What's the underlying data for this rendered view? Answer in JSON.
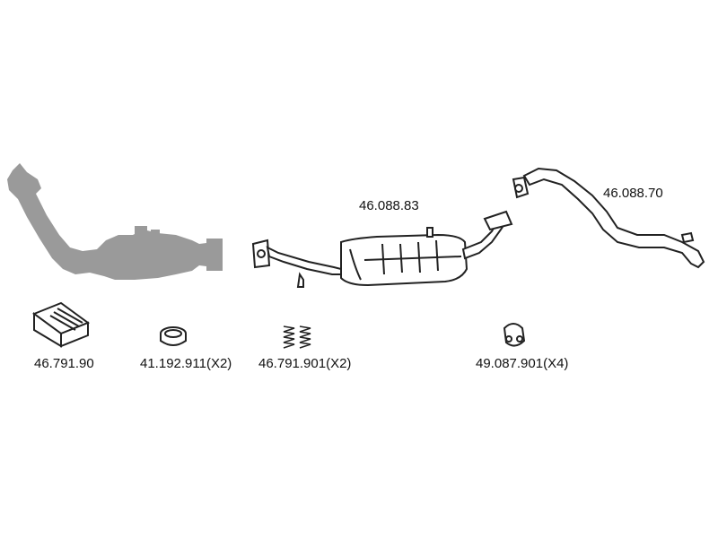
{
  "parts": {
    "downpipe": {
      "label": ""
    },
    "front_pipe": {
      "label": ""
    },
    "middle_silencer": {
      "label": "46.088.83"
    },
    "tail_pipe": {
      "label": "46.088.70"
    },
    "mounting_kit": {
      "label": "46.791.90"
    },
    "sealing_ring": {
      "label": "41.192.911(X2)"
    },
    "spring_set": {
      "label": "46.791.901(X2)"
    },
    "rubber_mount": {
      "label": "49.087.901(X4)"
    }
  },
  "colors": {
    "outline": "#222222",
    "catalyst_fill": "#9a9a9a",
    "part_fill": "#ffffff"
  }
}
